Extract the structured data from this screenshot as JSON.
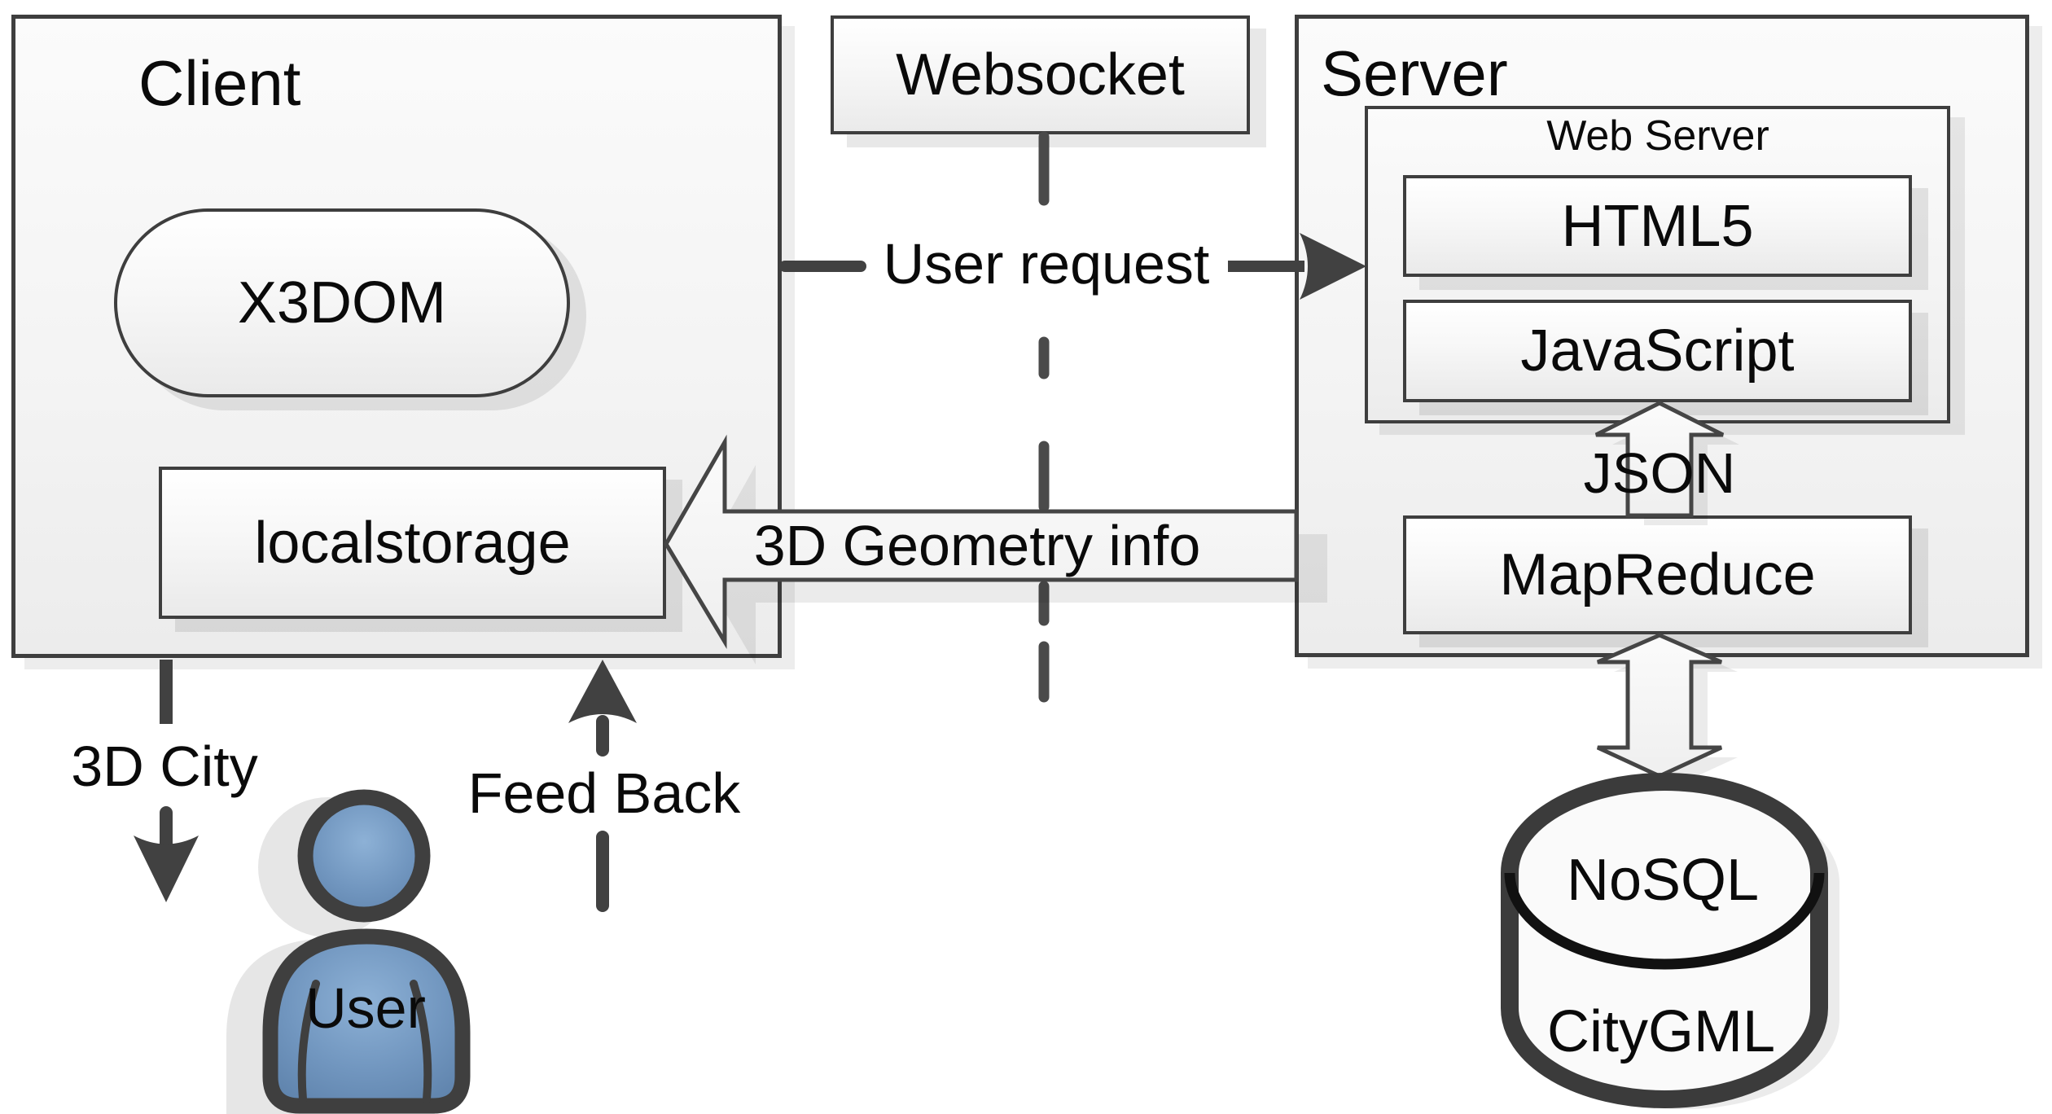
{
  "diagram": {
    "client": {
      "title": "Client",
      "x3dom_label": "X3DOM",
      "localstorage_label": "localstorage"
    },
    "websocket_label": "Websocket",
    "server": {
      "title": "Server",
      "web_server_label": "Web Server",
      "html5_label": "HTML5",
      "javascript_label": "JavaScript",
      "json_label": "JSON",
      "mapreduce_label": "MapReduce"
    },
    "database": {
      "top_label": "NoSQL",
      "bottom_label": "CityGML"
    },
    "user_figure": {
      "label": "User"
    },
    "edges": {
      "user_request": "User request",
      "geometry_info": "3D Geometry info",
      "city": "3D City",
      "feedback": "Feed Back"
    },
    "colors": {
      "line_dark": "#414141",
      "box_border": "#3e3e3e",
      "block_arrow_fill": "#f6f6f6",
      "user_blue": "#7196bf",
      "shadow_gray": "#e6e6e6"
    }
  }
}
